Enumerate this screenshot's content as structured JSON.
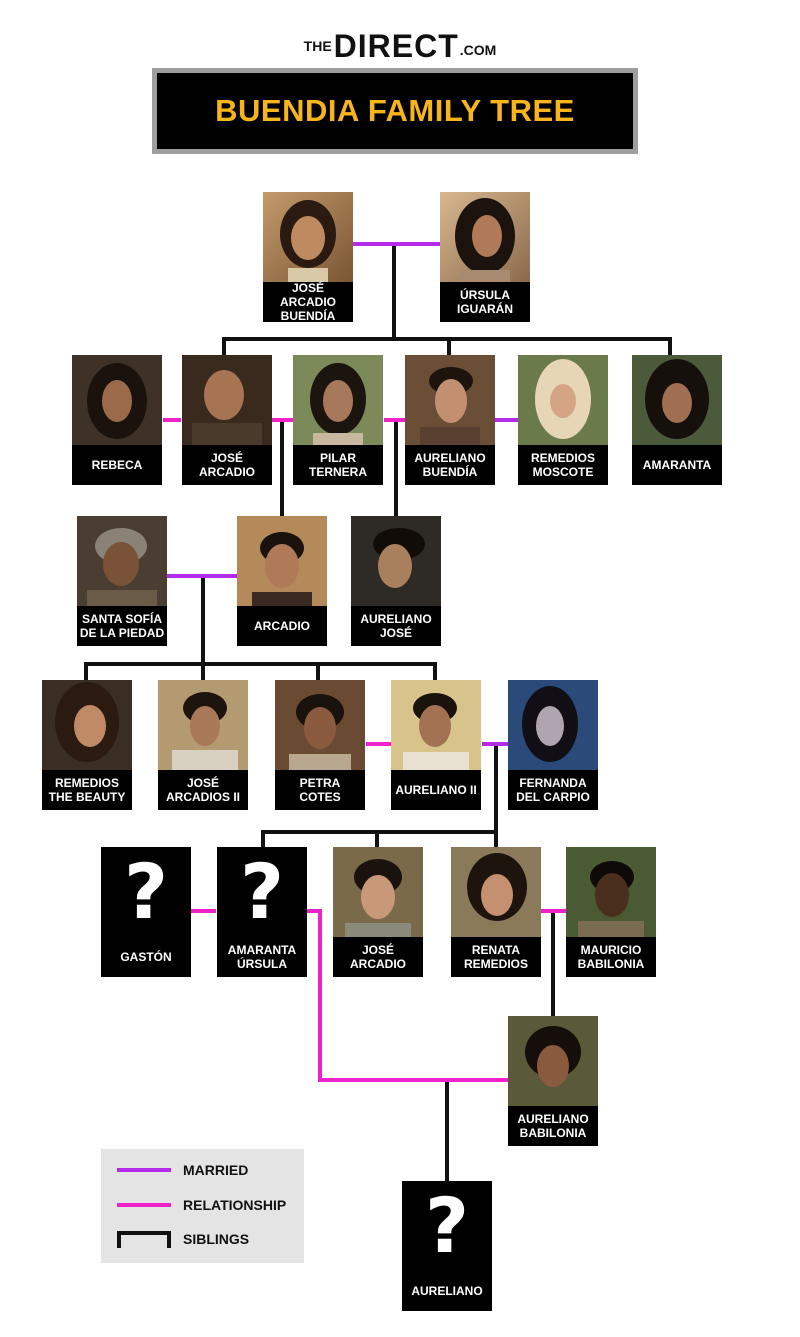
{
  "logo": {
    "pre": "THE",
    "main": "DIRECT",
    "post": ".COM"
  },
  "title": "BUENDIA FAMILY TREE",
  "colors": {
    "married": "#b42be9",
    "relationship": "#ee22c8",
    "siblings": "#111111",
    "title_text": "#f6b51a",
    "card_bg": "#000000"
  },
  "people": {
    "jose_arcadio_buendia": {
      "line1": "JOSÉ ARCADIO",
      "line2": "BUENDÍA"
    },
    "ursula_iguaran": {
      "line1": "ÚRSULA",
      "line2": "IGUARÁN"
    },
    "rebeca": {
      "line1": "REBECA",
      "line2": ""
    },
    "jose_arcadio": {
      "line1": "JOSÉ",
      "line2": "ARCADIO"
    },
    "pilar_ternera": {
      "line1": "PILAR",
      "line2": "TERNERA"
    },
    "aureliano_buendia": {
      "line1": "AURELIANO",
      "line2": "BUENDÍA"
    },
    "remedios_moscote": {
      "line1": "REMEDIOS",
      "line2": "MOSCOTE"
    },
    "amaranta": {
      "line1": "AMARANTA",
      "line2": ""
    },
    "santa_sofia": {
      "line1": "SANTA SOFÍA",
      "line2": "DE LA PIEDAD"
    },
    "arcadio": {
      "line1": "ARCADIO",
      "line2": ""
    },
    "aureliano_jose": {
      "line1": "AURELIANO",
      "line2": "JOSÉ"
    },
    "remedios_beauty": {
      "line1": "REMEDIOS",
      "line2": "THE BEAUTY"
    },
    "jose_arcadios_ii": {
      "line1": "JOSÉ",
      "line2": "ARCADIOS II"
    },
    "petra_cotes": {
      "line1": "PETRA",
      "line2": "COTES"
    },
    "aureliano_ii": {
      "line1": "AURELIANO II",
      "line2": ""
    },
    "fernanda": {
      "line1": "FERNANDA",
      "line2": "DEL CARPIO"
    },
    "gaston": {
      "line1": "GASTÓN",
      "line2": "",
      "unknown": "?"
    },
    "amaranta_ursula": {
      "line1": "AMARANTA",
      "line2": "ÚRSULA",
      "unknown": "?"
    },
    "jose_arcadio_young": {
      "line1": "JOSÉ",
      "line2": "ARCADIO"
    },
    "renata_remedios": {
      "line1": "RENATA",
      "line2": "REMEDIOS"
    },
    "mauricio": {
      "line1": "MAURICIO",
      "line2": "BABILONIA"
    },
    "aureliano_babilonia": {
      "line1": "AURELIANO",
      "line2": "BABILONIA"
    },
    "aureliano": {
      "line1": "AURELIANO",
      "line2": "",
      "unknown": "?"
    }
  },
  "legend": {
    "married": "MARRIED",
    "relationship": "RELATIONSHIP",
    "siblings": "SIBLINGS"
  }
}
